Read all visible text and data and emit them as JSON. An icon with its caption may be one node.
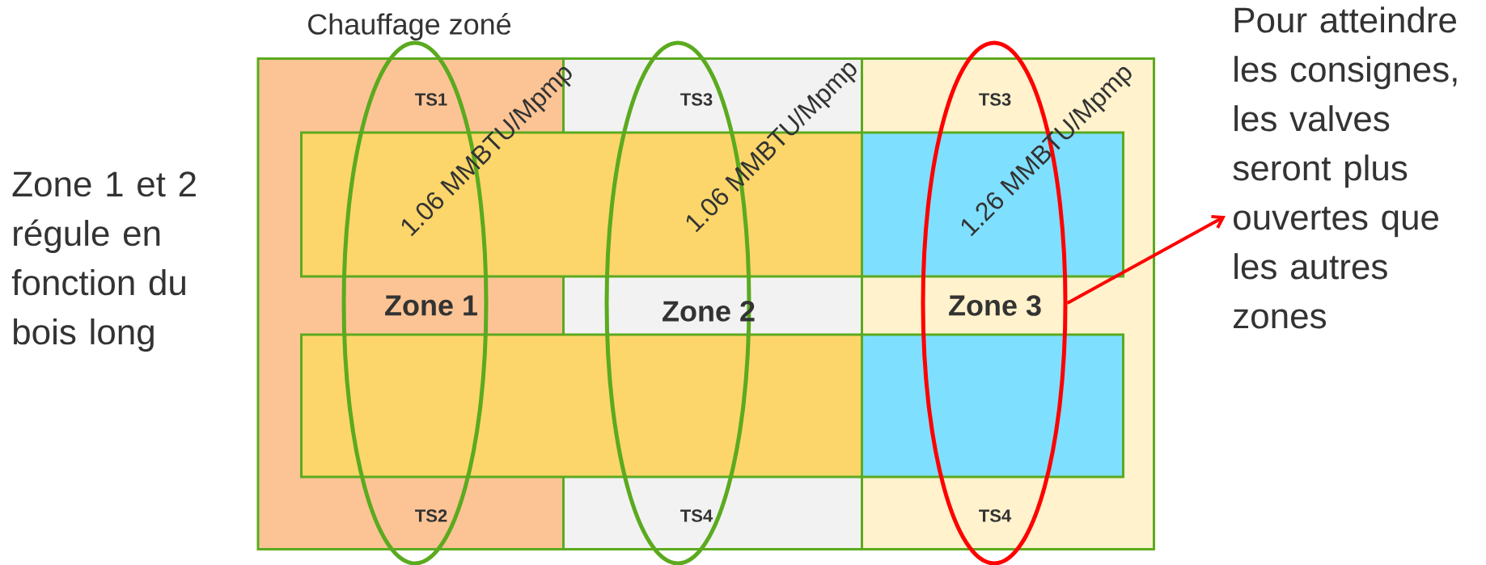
{
  "diagram": {
    "title": "Chauffage zoné",
    "nodes": [
      {
        "text": [],
        "shape": "box"
      },
      {
        "text": [],
        "shape": "box"
      },
      {
        "text": [],
        "shape": "box"
      },
      {
        "text": [],
        "shape": "box"
      },
      {
        "text": [],
        "shape": "box",
        "in": 2
      },
      {
        "text": [],
        "shape": "box"
      },
      {
        "text": [],
        "shape": "box",
        "in": 2
      },
      {
        "text": [
          "TS1",
          "Zone 1",
          "TS2"
        ]
      },
      {
        "text": [
          "TS3",
          "Zone 2",
          "TS4"
        ]
      },
      {
        "text": [
          "TS3",
          "Zone 3",
          "TS4"
        ]
      },
      {
        "text": [
          "Pour atteindre les consignes, les valves seront plus ouvertes que les autres zones"
        ]
      }
    ],
    "edges": [
      {
        "from": 9,
        "to": 10,
        "arrow": "to",
        "color": "#ff0000"
      }
    ],
    "labels": [
      "Zone 1 et 2 régule en fonction du bois long",
      "1.06 MMBTU/Mpmp",
      "1.06 MMBTU/Mpmp",
      "1.26 MMBTU/Mpmp"
    ]
  }
}
